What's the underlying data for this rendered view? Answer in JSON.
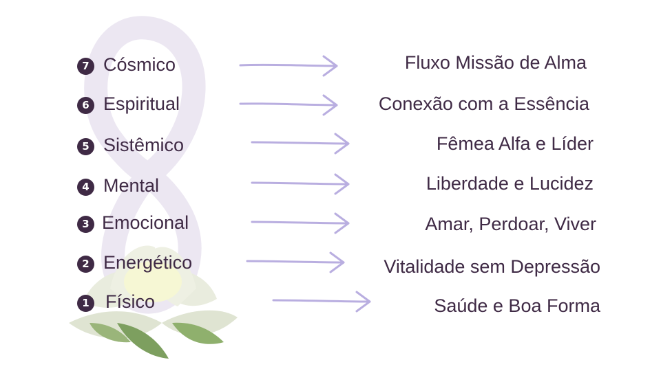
{
  "colors": {
    "text": "#3f2a45",
    "badge": "#3f2a45",
    "arrow": "#b9aee0",
    "infinity": "#ebe6f1",
    "lotus_petal": "#e9ecde",
    "lotus_center": "#f6f7d4",
    "leaf": "#7d9f5f"
  },
  "icons": {
    "background": "infinity-lotus-illustration",
    "connector": "arrow-right-icon"
  },
  "levels": [
    {
      "number": "7",
      "label": "Cósmico",
      "outcome": "Fluxo Missão de Alma"
    },
    {
      "number": "6",
      "label": "Espiritual",
      "outcome": "Conexão com a Essência"
    },
    {
      "number": "5",
      "label": "Sistêmico",
      "outcome": "Fêmea Alfa e Líder"
    },
    {
      "number": "4",
      "label": "Mental",
      "outcome": "Liberdade e Lucidez"
    },
    {
      "number": "3",
      "label": "Emocional",
      "outcome": "Amar, Perdoar, Viver"
    },
    {
      "number": "2",
      "label": "Energético",
      "outcome": "Vitalidade sem Depressão"
    },
    {
      "number": "1",
      "label": "Físico",
      "outcome": "Saúde e Boa Forma"
    }
  ]
}
